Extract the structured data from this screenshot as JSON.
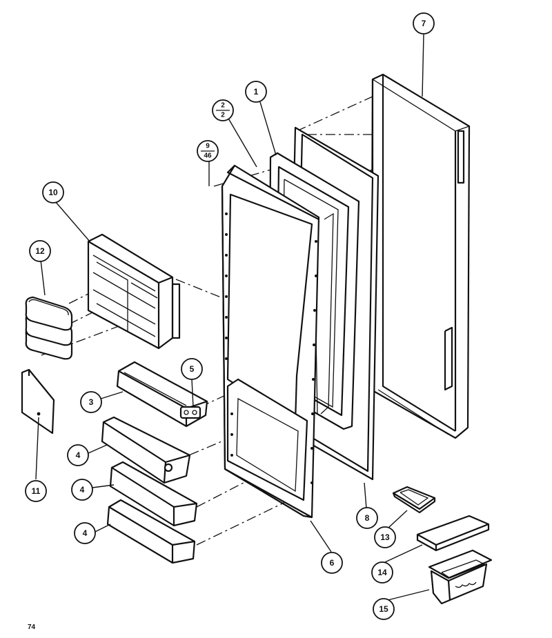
{
  "page_number": "74",
  "callouts": [
    {
      "id": "c1",
      "label": "1"
    },
    {
      "id": "c2",
      "top": "2",
      "bottom": "2"
    },
    {
      "id": "c3",
      "label": "3"
    },
    {
      "id": "c4a",
      "label": "4"
    },
    {
      "id": "c4b",
      "label": "4"
    },
    {
      "id": "c4c",
      "label": "4"
    },
    {
      "id": "c5",
      "label": "5"
    },
    {
      "id": "c6",
      "label": "6"
    },
    {
      "id": "c7",
      "label": "7"
    },
    {
      "id": "c8",
      "label": "8"
    },
    {
      "id": "c9",
      "top": "9",
      "bottom": "46"
    },
    {
      "id": "c10",
      "label": "10"
    },
    {
      "id": "c11",
      "label": "11"
    },
    {
      "id": "c12",
      "label": "12"
    },
    {
      "id": "c13",
      "label": "13"
    },
    {
      "id": "c14",
      "label": "14"
    },
    {
      "id": "c15",
      "label": "15"
    }
  ]
}
